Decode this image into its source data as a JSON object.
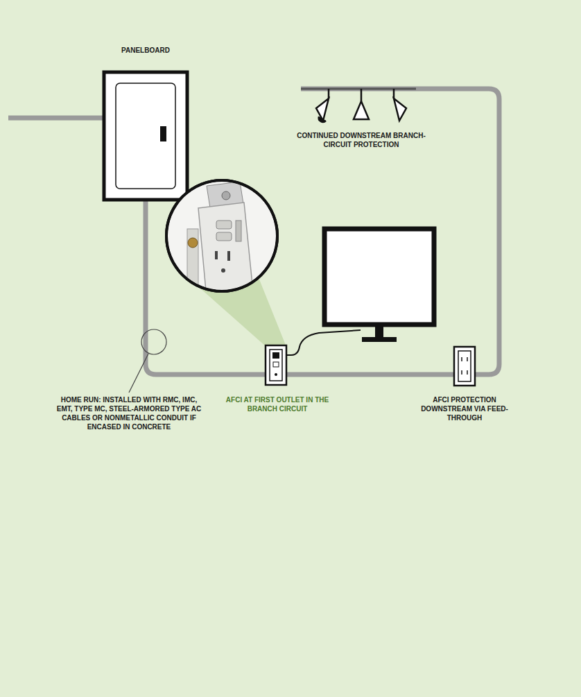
{
  "diagram": {
    "nodes": [
      {
        "text": [
          "PANELBOARD"
        ]
      }
    ],
    "labels": [
      "CONTINUED DOWNSTREAM BRANCH-CIRCUIT PROTECTION",
      "HOME RUN: INSTALLED WITH RMC, IMC, EMT, TYPE MC, STEEL-ARMORED TYPE AC CABLES OR NONMETALLIC CONDUIT IF ENCASED IN CONCRETE",
      "AFCI AT FIRST OUTLET IN THE BRANCH CIRCUIT",
      "AFCI PROTECTION DOWNSTREAM VIA FEED-THROUGH"
    ]
  }
}
